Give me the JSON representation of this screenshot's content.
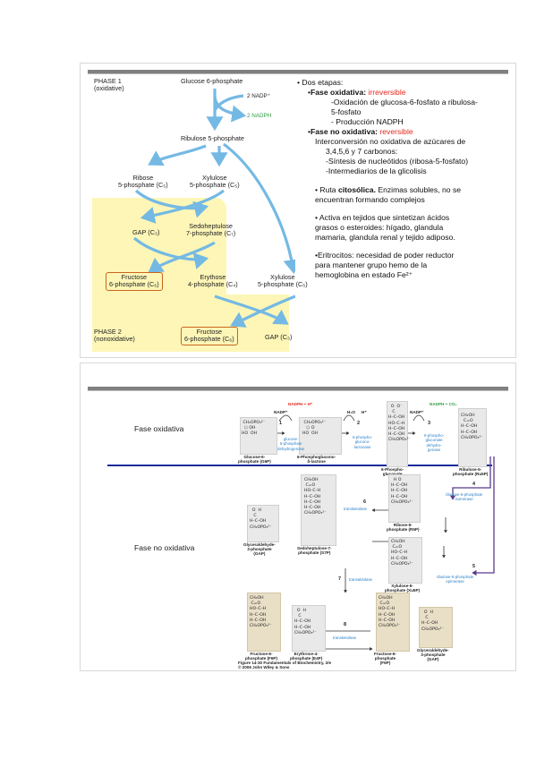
{
  "slide1": {
    "diagram": {
      "phase1": [
        "PHASE 1",
        "(oxidative)"
      ],
      "phase2": [
        "PHASE 2",
        "(nonoxidative)"
      ],
      "glucose6p": "Glucose 6-phosphate",
      "nadp_in": "2 NADP⁺",
      "nadph_out": "2 NADPH",
      "ribulose5p": "Ribulose 5-phosphate",
      "ribose5p": [
        "Ribose",
        "5-phosphate (C₅)"
      ],
      "xylulose5p_a": [
        "Xylulose",
        "5-phosphate (C₅)"
      ],
      "gap_a": "GAP (C₃)",
      "sedoheptulose": [
        "Sedoheptulose",
        "7-phosphate (C₇)"
      ],
      "fructose6p_a": [
        "Fructose",
        "6-phosphate (C₆)"
      ],
      "erythrose": [
        "Erythose",
        "4-phosphate (C₄)"
      ],
      "xylulose5p_b": [
        "Xylulose",
        "5-phosphate (C₅)"
      ],
      "fructose6p_b": [
        "Fructose",
        "6-phosphate (C₆)"
      ],
      "gap_b": "GAP (C₃)"
    },
    "text": {
      "l1": "Dos etapas:",
      "l2_a": "Fase oxidativa: ",
      "l2_b": "irreversible",
      "l3": "-Oxidación de glucosa-6-fosfato a ribulosa-",
      "l4": "5-fosfato",
      "l5": "- Producción NADPH",
      "l6_a": "Fase no oxidativa: ",
      "l6_b": "reversible",
      "l7": "Interconversión no oxidativa de azúcares de",
      "l8": "3,4,5,6 y 7 carbonos:",
      "l9": "-Síntesis de nucleótidos (ribosa-5-fosfato)",
      "l10": "-Intermediarios de la glicolisis",
      "l11_a": "• Ruta ",
      "l11_b": "citosólica.",
      "l11_c": " Enzimas solubles, no se",
      "l12": "encuentran formando complejos",
      "l13": "• Activa en tejidos que sintetizan ácidos",
      "l14": "grasos o esteroides: hígado, glandula",
      "l15": "mamaria, glandula renal  y tejido adiposo.",
      "l16": "•Eritrocitos: necesidad de poder reductor",
      "l17": "para mantener grupo hemo de la",
      "l18": "hemoglobina en estado Fe²⁺"
    }
  },
  "slide2": {
    "label_oxidative": "Fase oxidativa",
    "label_nonoxidative": "Fase no oxidativa",
    "figure": {
      "nadph_h": "NADPH + H⁺",
      "nadp_1": "NADP⁺",
      "nadp_2": "NADP⁺",
      "nadph_co2": "NADPH + CO₂",
      "h2o": "H₂O",
      "hplus": "H⁺",
      "step1": "1",
      "step2": "2",
      "step3": "3",
      "step4": "4",
      "step5": "5",
      "step6": "6",
      "step7": "7",
      "step8": "8",
      "enz1": [
        "glucose-",
        "6-phosphate",
        "dehydrogenase"
      ],
      "enz2": [
        "6-phospho-",
        "glucono-",
        "lactonase"
      ],
      "enz3": [
        "6-phospho-",
        "gluconate",
        "dehydro-",
        "genase"
      ],
      "enz4": [
        "ribulose-5-phosphate",
        "isomerase"
      ],
      "enz5": [
        "ribulose-5-phosphate",
        "epimerase"
      ],
      "enz6": "transketolase",
      "enz7": "transaldolase",
      "enz8": "transketolase",
      "g6p": [
        "Glucose-6-",
        "phosphate (G6P)"
      ],
      "pgl": [
        "6-Phosphoglucono-",
        "δ-lactone"
      ],
      "pg6": [
        "6-Phospho-",
        "gluconate"
      ],
      "ru5p": [
        "Ribulose-5-",
        "phosphate (Ru5P)"
      ],
      "r5p": [
        "Ribose-5-",
        "phosphate (R5P)"
      ],
      "xu5p_a": [
        "Xylulose-5-",
        "phosphate (Xu5P)"
      ],
      "s7p": [
        "Sedoheptulose-7-",
        "phosphate (S7P)"
      ],
      "gap_a": [
        "Glyceraldehyde-",
        "3-phosphate",
        "(GAP)"
      ],
      "f6p_a": [
        "Fructose-6-",
        "phosphate (F6P)"
      ],
      "e4p": [
        "Erythrose-4-",
        "phosphate (E4P)"
      ],
      "f6p_b": [
        "Fructose-6-",
        "phosphate",
        "(F6P)"
      ],
      "gap_b": [
        "Glyceraldehyde-",
        "3-phosphate",
        "(GAP)"
      ],
      "caption1": "Figure 14-30  Fundamentals of Biochemistry, 2/e",
      "caption2": "© 2006 John Wiley & Sons"
    }
  },
  "colors": {
    "yellow_box": "#fdf6b7",
    "red_text": "#e5281e",
    "green_text": "#2f9e44",
    "arrow_blue": "#74b9e4",
    "divider_navy": "#1a2b9a",
    "enzyme_blue": "#2d82c7",
    "arrow_purple": "#5b3b8c"
  }
}
